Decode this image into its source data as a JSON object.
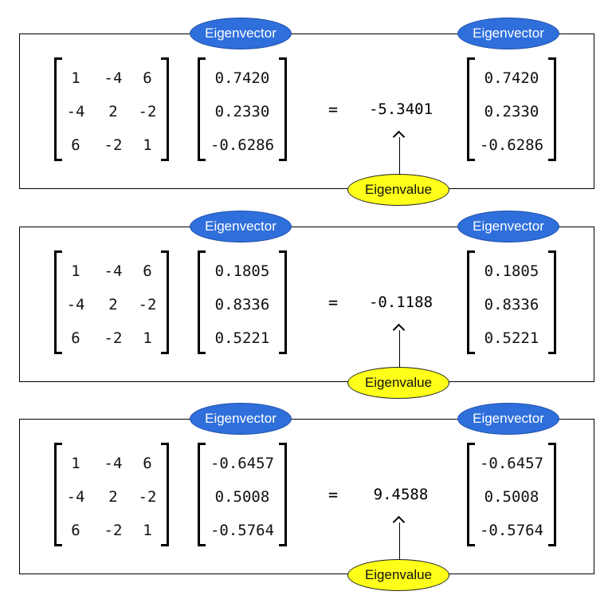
{
  "colors": {
    "eigenvector_badge": "#2f6fdc",
    "eigenvalue_badge": "#ffff19"
  },
  "labels": {
    "eigenvector": "Eigenvector",
    "eigenvalue": "Eigenvalue",
    "equals": "="
  },
  "panels": [
    {
      "matrix": [
        [
          "1",
          "-4",
          "6"
        ],
        [
          "-4",
          "2",
          "-2"
        ],
        [
          "6",
          "-2",
          "1"
        ]
      ],
      "vector": [
        "0.7420",
        "0.2330",
        "-0.6286"
      ],
      "eigenvalue": "-5.3401"
    },
    {
      "matrix": [
        [
          "1",
          "-4",
          "6"
        ],
        [
          "-4",
          "2",
          "-2"
        ],
        [
          "6",
          "-2",
          "1"
        ]
      ],
      "vector": [
        "0.1805",
        "0.8336",
        "0.5221"
      ],
      "eigenvalue": "-0.1188"
    },
    {
      "matrix": [
        [
          "1",
          "-4",
          "6"
        ],
        [
          "-4",
          "2",
          "-2"
        ],
        [
          "6",
          "-2",
          "1"
        ]
      ],
      "vector": [
        "-0.6457",
        "0.5008",
        "-0.5764"
      ],
      "eigenvalue": "9.4588"
    }
  ]
}
